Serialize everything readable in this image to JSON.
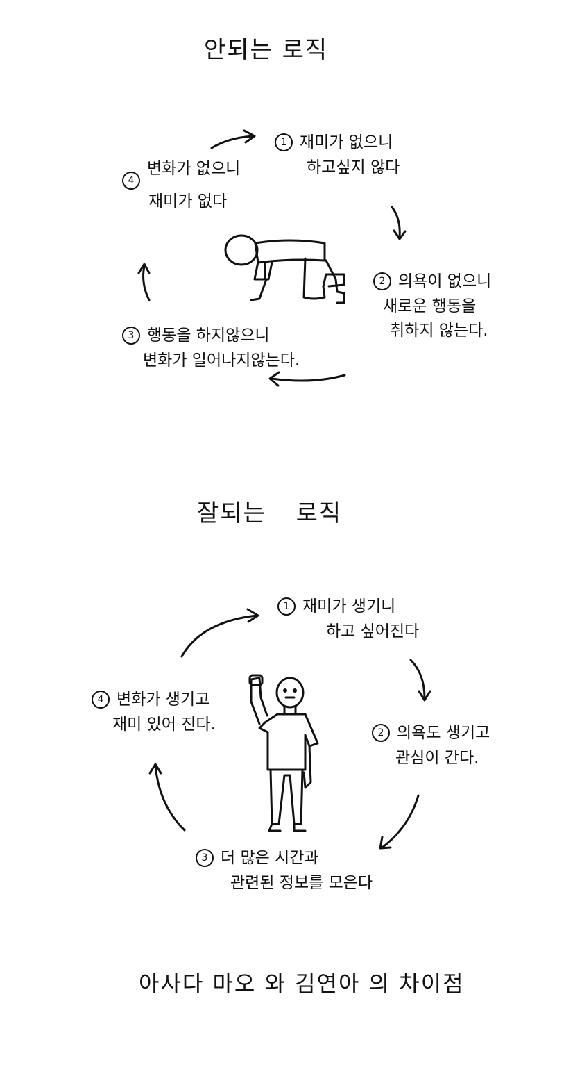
{
  "bad": {
    "title": "안되는 로직",
    "steps": [
      {
        "num": "1",
        "line1": "재미가 없으니",
        "line2": "하고싶지 않다"
      },
      {
        "num": "2",
        "line1": "의욕이 없으니",
        "line2": "새로운 행동을",
        "line3": "취하지 않는다."
      },
      {
        "num": "3",
        "line1": "행동을 하지않으니",
        "line2": "변화가 일어나지않는다."
      },
      {
        "num": "4",
        "line1": "변화가 없으니",
        "line2": "재미가 없다"
      }
    ]
  },
  "good": {
    "title": "잘되는 로직",
    "steps": [
      {
        "num": "1",
        "line1": "재미가 생기니",
        "line2": "하고 싶어진다"
      },
      {
        "num": "2",
        "line1": "의욕도 생기고",
        "line2": "관심이 간다."
      },
      {
        "num": "3",
        "line1": "더 많은 시간과",
        "line2": "관련된 정보를 모은다"
      },
      {
        "num": "4",
        "line1": "변화가 생기고",
        "line2": "재미 있어 진다."
      }
    ]
  },
  "caption": "아사다 마오 와 김연아 의 차이점"
}
